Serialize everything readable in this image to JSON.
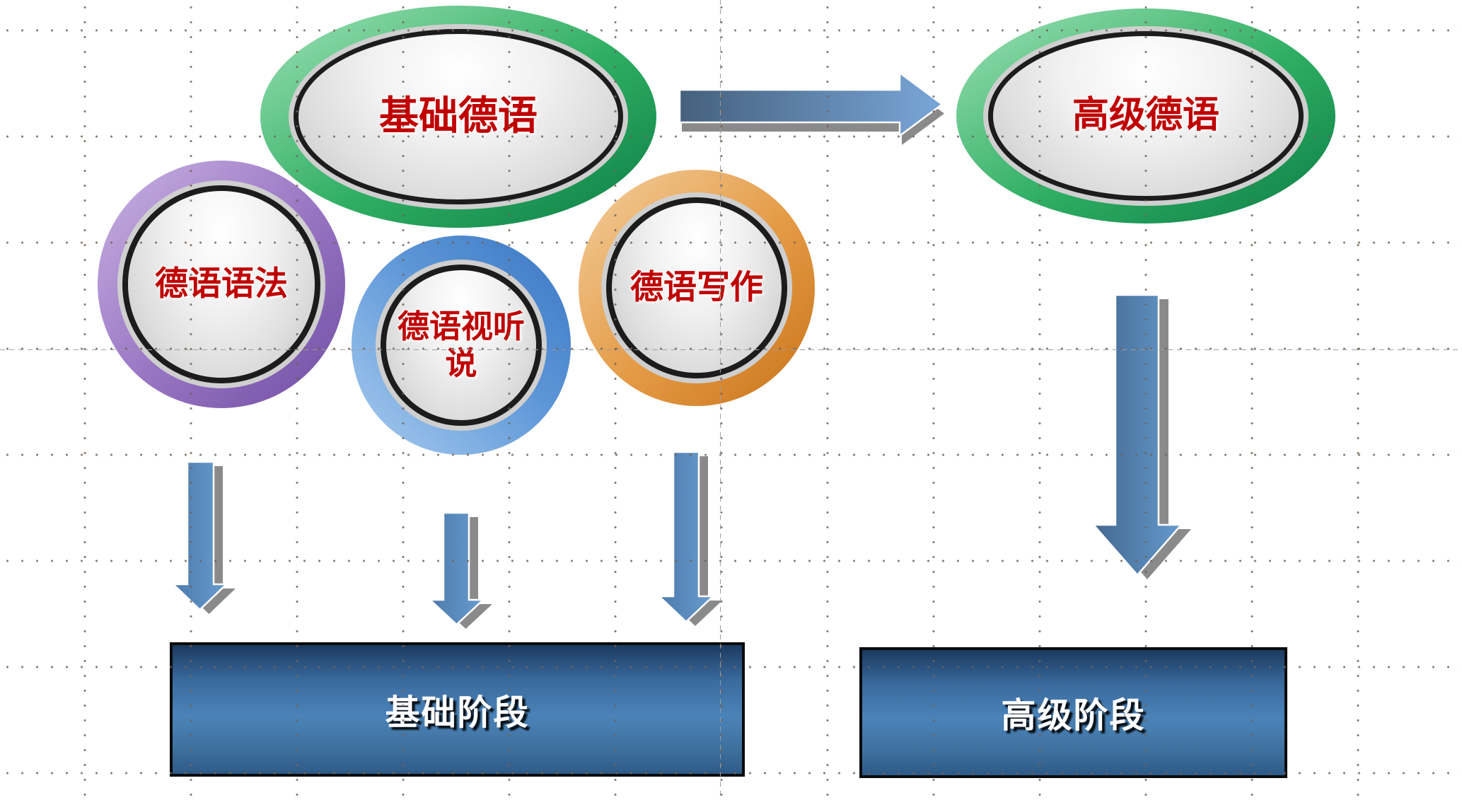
{
  "diagram": {
    "nodes": {
      "basic_german": {
        "label": "基础德语",
        "shape": "ellipse",
        "ring_color": "#2fae63"
      },
      "advanced_german": {
        "label": "高级德语",
        "shape": "ellipse",
        "ring_color": "#2fae63"
      },
      "german_grammar": {
        "label": "德语语法",
        "shape": "circle",
        "ring_color": "#9a77c4"
      },
      "german_av_speaking": {
        "label": "德语视听说",
        "shape": "circle",
        "ring_color": "#5e97d8"
      },
      "german_writing": {
        "label": "德语写作",
        "shape": "circle",
        "ring_color": "#e49a44"
      }
    },
    "stages": {
      "basic": {
        "label": "基础阶段"
      },
      "advanced": {
        "label": "高级阶段"
      }
    },
    "arrows": [
      {
        "from": "basic_german",
        "to": "advanced_german",
        "direction": "right"
      },
      {
        "from": "german_grammar",
        "to": "basic_stage",
        "direction": "down"
      },
      {
        "from": "german_av_speaking",
        "to": "basic_stage",
        "direction": "down"
      },
      {
        "from": "german_writing",
        "to": "basic_stage",
        "direction": "down"
      },
      {
        "from": "advanced_german",
        "to": "advanced_stage",
        "direction": "down"
      }
    ],
    "colors": {
      "node_label_text": "#c00000",
      "stage_label_text": "#ffffff",
      "stage_fill_mid": "#4b83b8",
      "arrow_fill_dark": "#45607d",
      "arrow_fill_light": "#79a6d8",
      "arrow_shadow": "#8a8a8a",
      "grid_dot": "#706256",
      "guide_line": "#9d9d9d"
    }
  }
}
